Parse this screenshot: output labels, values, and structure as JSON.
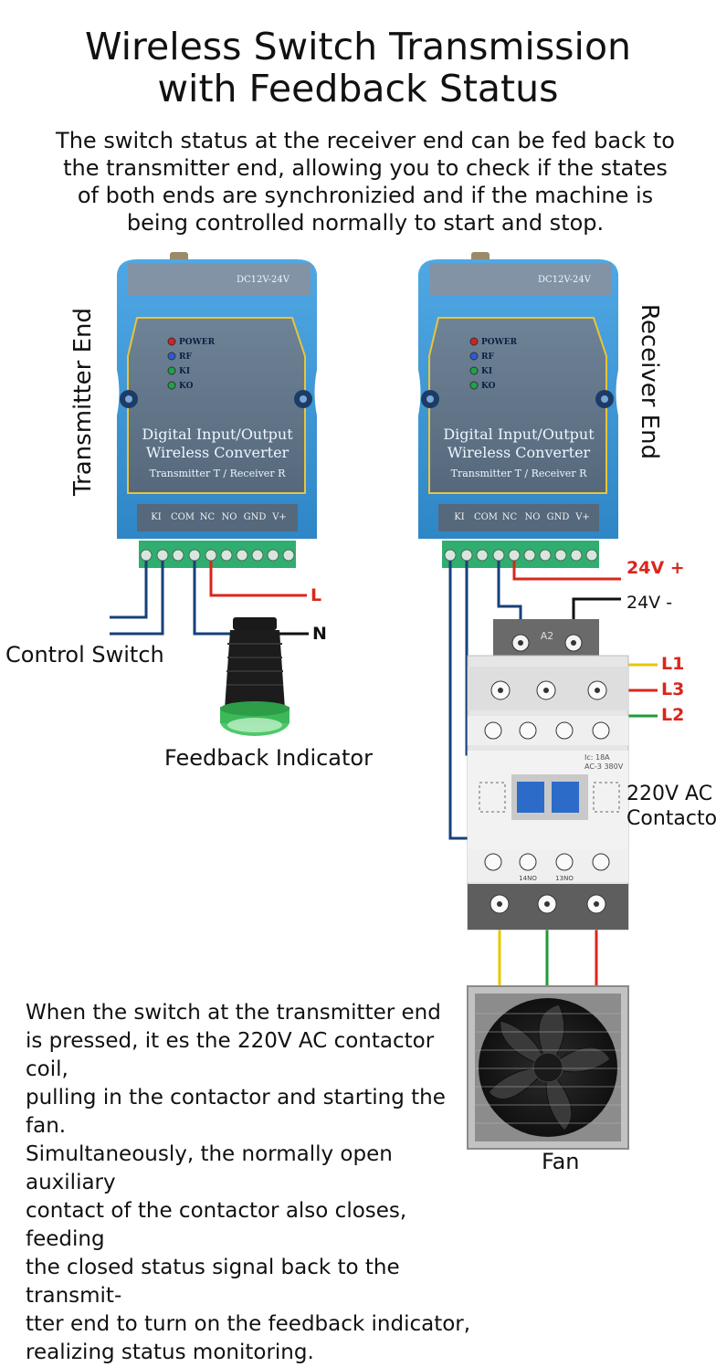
{
  "title": {
    "line1": "Wireless Switch Transmission",
    "line2": "with Feedback Status"
  },
  "intro": {
    "line1": "The switch status at the receiver end can be fed back to",
    "line2": "the transmitter end, allowing you to check if the states",
    "line3": "of both ends are synchronizied and if the machine is",
    "line4": "being controlled normally to start and stop."
  },
  "labels": {
    "transmitter_end": "Transmitter End",
    "receiver_end": "Receiver End",
    "control_switch": "Control Switch",
    "feedback_indicator": "Feedback Indicator",
    "contactor_line1": "220V AC",
    "contactor_line2": "Contactor",
    "fan": "Fan"
  },
  "wires": {
    "L": "L",
    "N": "N",
    "v24_plus": "24V +",
    "v24_minus": "24V -",
    "L1": "L1",
    "L2": "L2",
    "L3": "L3"
  },
  "device": {
    "power_rating": "DC12V-24V",
    "leds": [
      "POWER",
      "RF",
      "KI",
      "KO"
    ],
    "name_line1": "Digital Input/Output",
    "name_line2": "Wireless Converter",
    "subtitle": "Transmitter T / Receiver R",
    "terminals": [
      "KI",
      "COM",
      "NC",
      "NO",
      "GND",
      "V+"
    ]
  },
  "contactor": {
    "top_mark": "A2",
    "rating_line1": "Ic: 18A",
    "rating_line2": "AC-3 380V",
    "aux_marks": [
      "14NO",
      "13NO"
    ]
  },
  "bottom_text": {
    "line1": "When the switch at the transmitter end",
    "line2": "is pressed, it es the 220V AC contactor coil,",
    "line3": "pulling in the contactor and starting the fan.",
    "line4": "Simultaneously, the normally open auxiliary",
    "line5": "contact of the contactor also closes, feeding",
    "line6": "the closed status signal back to the transmit-",
    "line7": "tter end to turn on the feedback indicator,",
    "line8": "realizing status monitoring."
  },
  "colors": {
    "device_blue": "#3f9ad8",
    "device_panel": "#5e7186",
    "wire_blue": "#17407a",
    "wire_red": "#d9261c",
    "wire_black": "#111111",
    "wire_yellow": "#e6c800",
    "wire_green": "#1f9a3a",
    "terminal_green": "#2fae6f"
  }
}
